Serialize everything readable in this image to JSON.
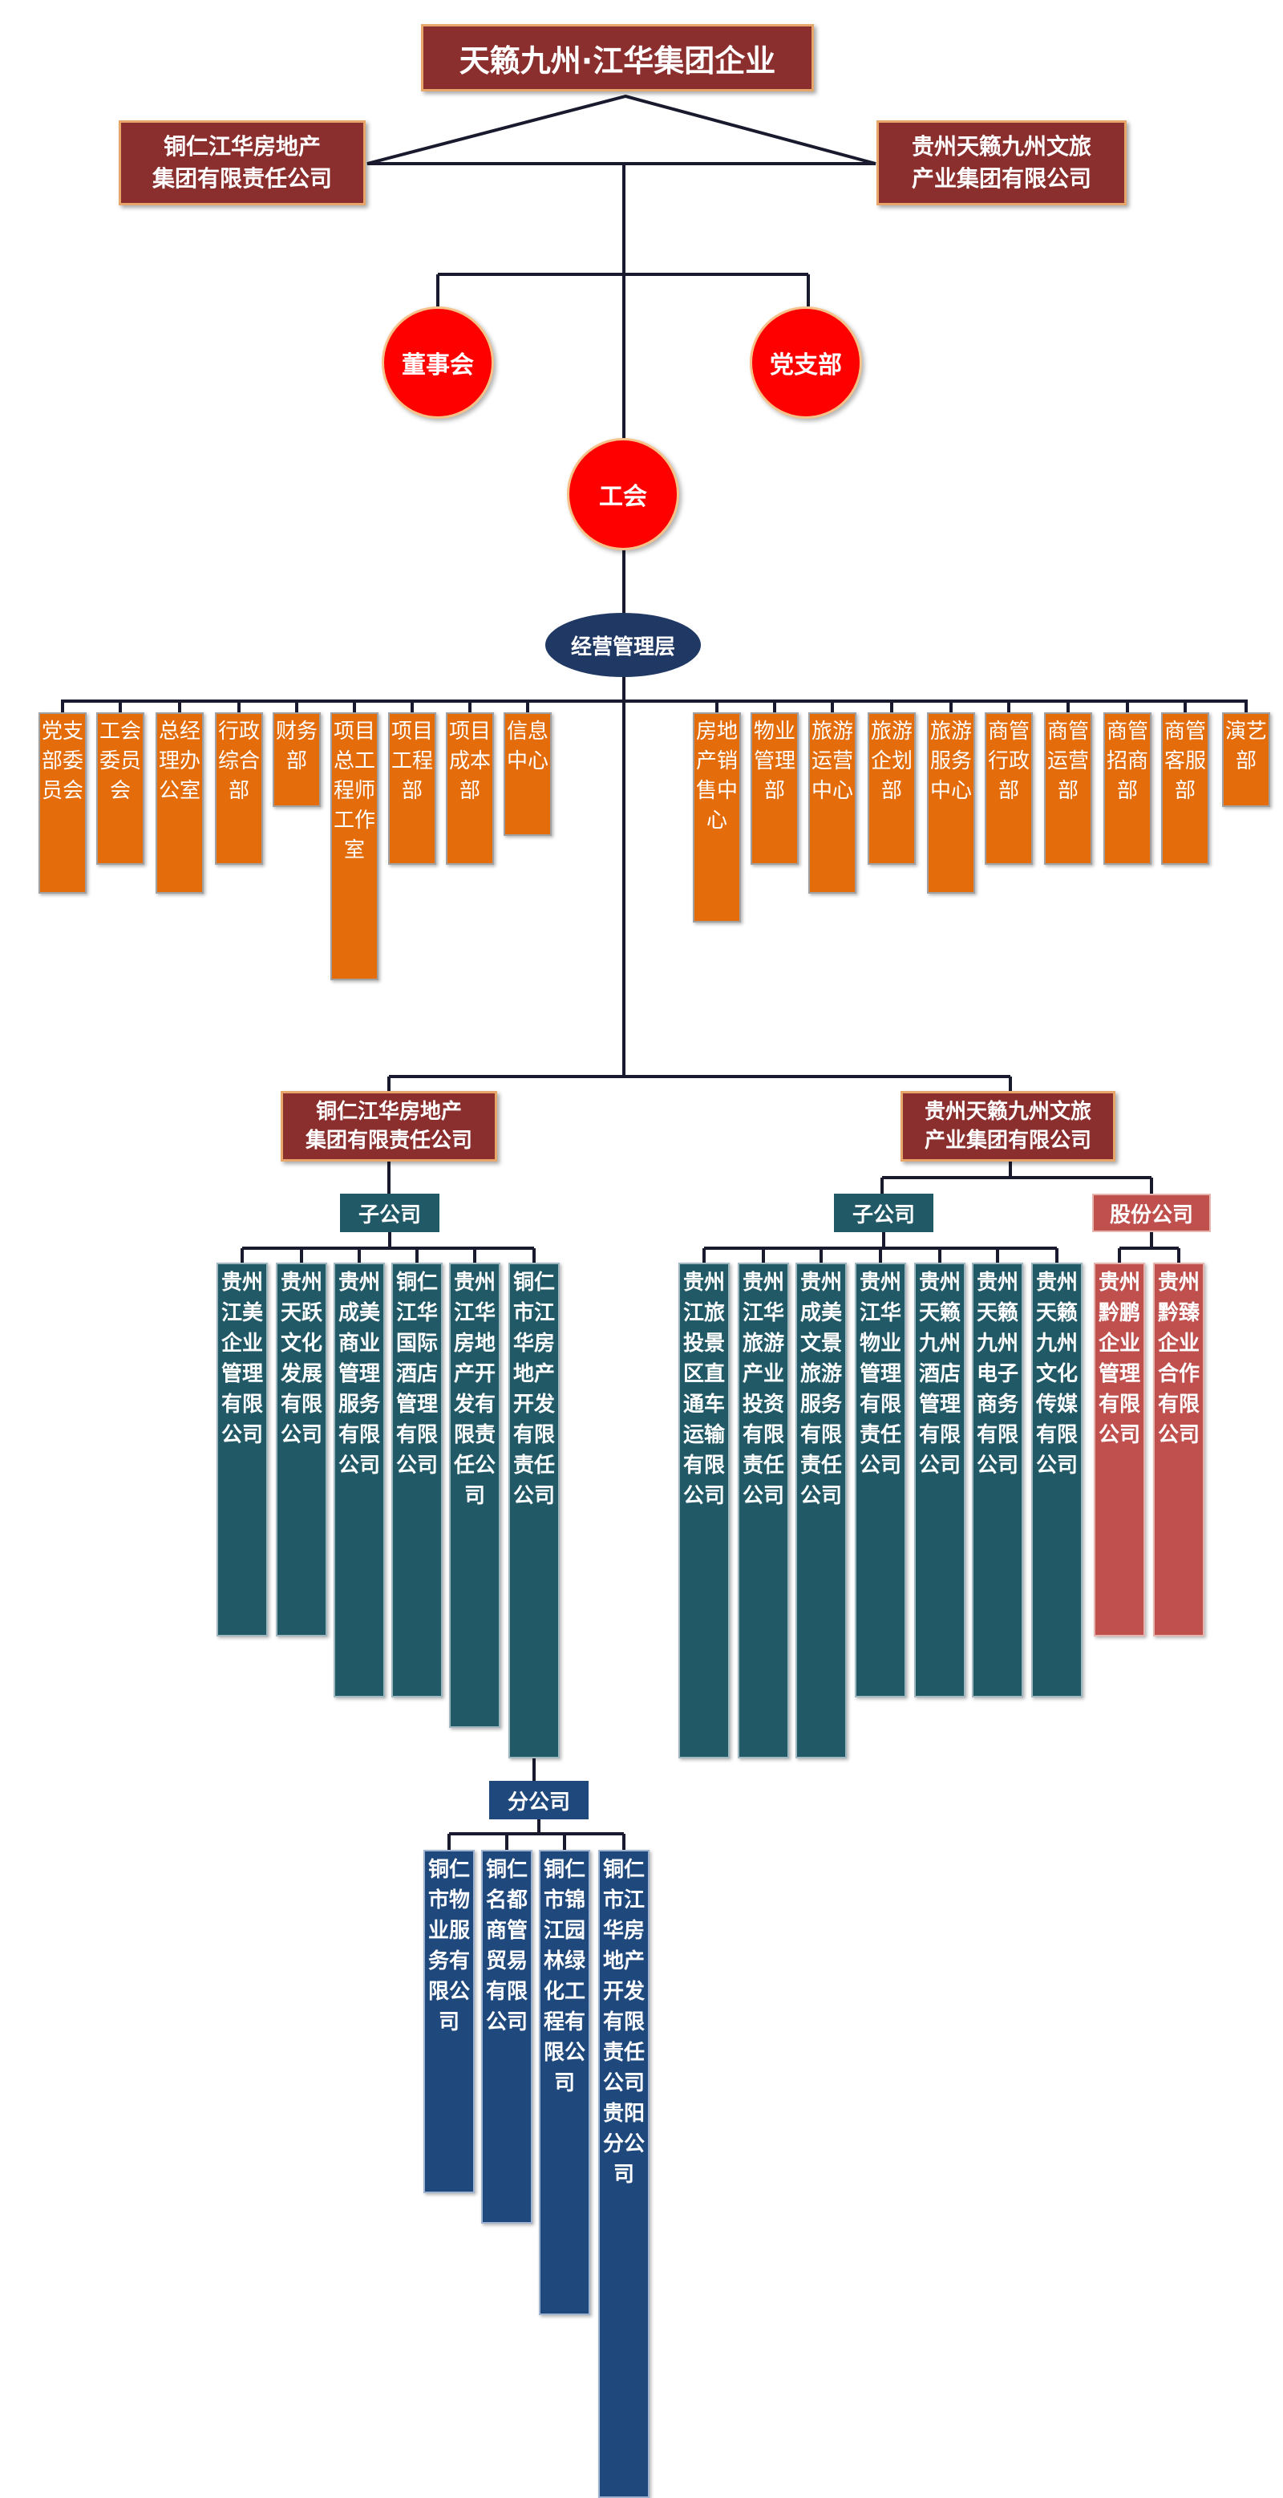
{
  "title": "天籁九州·江华集团企业",
  "top_companies": {
    "left": "铜仁江华房地产\n集团有限责任公司",
    "right": "贵州天籁九州文旅\n产业集团有限公司"
  },
  "circles": {
    "board": "董事会",
    "party": "党支部",
    "union": "工会"
  },
  "management": "经营管理层",
  "departments_left": [
    "党支部委员会",
    "工会委员会",
    "总经理办公室",
    "行政综合部",
    "财务部",
    "项目总工程师工作室",
    "项目工程部",
    "项目成本部",
    "信息中心"
  ],
  "departments_right": [
    "房地产销售中心",
    "物业管理部",
    "旅游运营中心",
    "旅游企划部",
    "旅游服务中心",
    "商管行政部",
    "商管运营部",
    "商管招商部",
    "商管客服部",
    "演艺部"
  ],
  "group_left": {
    "name": "铜仁江华房地产\n集团有限责任公司",
    "subsidiary_label": "子公司",
    "subsidiaries": [
      "贵州江美企业管理有限公司",
      "贵州天跃文化发展有限公司",
      "贵州成美商业管理服务有限公司",
      "铜仁江华国际酒店管理有限公司",
      "贵州江华房地产开发有限责任公司",
      "铜仁市江华房地产开发有限责任公司"
    ],
    "branch_label": "分公司",
    "branches": [
      "铜仁市物业服务有限公司",
      "铜仁名都商管贸易有限公司",
      "铜仁市锦江园林绿化工程有限公司",
      "铜仁市江华房地产开发有限责任公司贵阳分公司"
    ]
  },
  "group_right": {
    "name": "贵州天籁九州文旅\n产业集团有限公司",
    "subsidiary_label": "子公司",
    "subsidiaries": [
      "贵州江旅投景区直通车运输有限公司",
      "贵州江华旅游产业投资有限责任公司",
      "贵州成美文景旅游服务有限责任公司",
      "贵州江华物业管理有限责任公司",
      "贵州天籁九州酒店管理有限公司",
      "贵州天籁九州电子商务有限公司",
      "贵州天籁九州文化传媒有限公司"
    ],
    "share_label": "股份公司",
    "share_companies": [
      "贵州黔鹏企业管理有限公司",
      "贵州黔臻企业合作有限公司"
    ]
  },
  "colors": {
    "maroon": "#8b2e2e",
    "red": "#ff0000",
    "orange": "#e46c0a",
    "teal": "#215967",
    "rose": "#c0504d",
    "navy": "#1f497d"
  }
}
